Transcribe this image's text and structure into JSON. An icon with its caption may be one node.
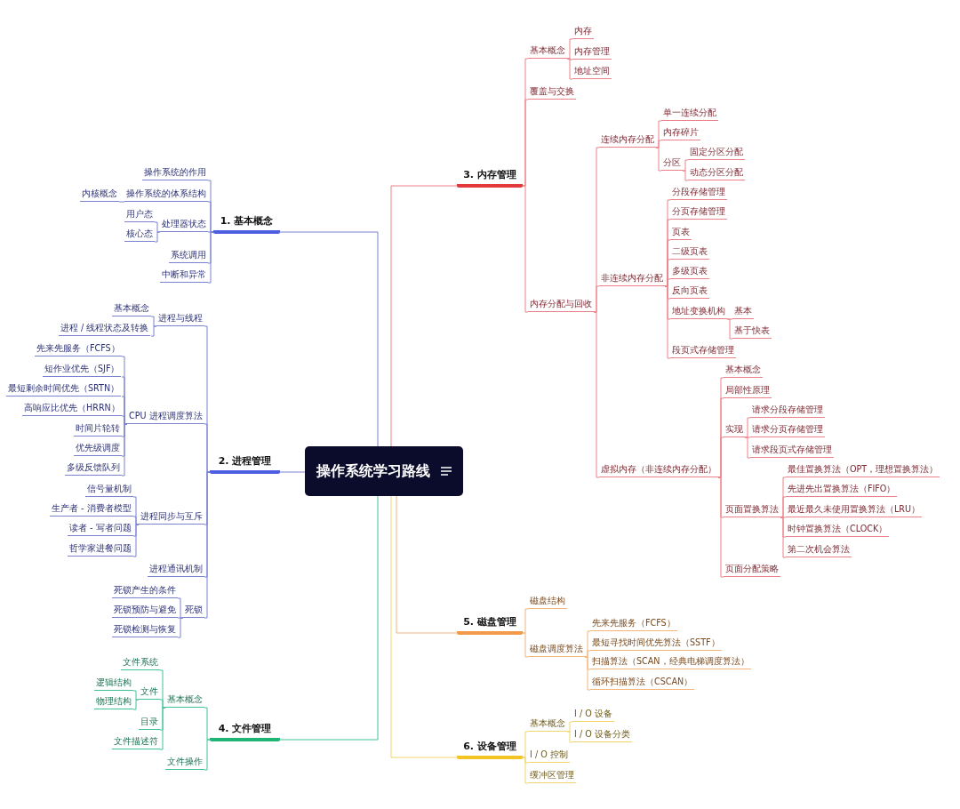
{
  "diagram": {
    "nodes": [
      {
        "text": [
          "操作系统学习路线"
        ]
      },
      {
        "text": [
          "1. 基本概念"
        ]
      },
      {
        "text": [
          "操作系统的作用"
        ]
      },
      {
        "text": [
          "操作系统的体系结构"
        ]
      },
      {
        "text": [
          "内核概念"
        ]
      },
      {
        "text": [
          "处理器状态"
        ]
      },
      {
        "text": [
          "用户态"
        ]
      },
      {
        "text": [
          "核心态"
        ]
      },
      {
        "text": [
          "系统调用"
        ]
      },
      {
        "text": [
          "中断和异常"
        ]
      },
      {
        "text": [
          "2. 进程管理"
        ]
      },
      {
        "text": [
          "进程与线程"
        ]
      },
      {
        "text": [
          "基本概念"
        ]
      },
      {
        "text": [
          "进程 / 线程状态及转换"
        ]
      },
      {
        "text": [
          "CPU 进程调度算法"
        ]
      },
      {
        "text": [
          "先来先服务（FCFS）"
        ]
      },
      {
        "text": [
          "短作业优先（SJF）"
        ]
      },
      {
        "text": [
          "最短剩余时间优先（SRTN）"
        ]
      },
      {
        "text": [
          "高响应比优先（HRRN）"
        ]
      },
      {
        "text": [
          "时间片轮转"
        ]
      },
      {
        "text": [
          "优先级调度"
        ]
      },
      {
        "text": [
          "多级反馈队列"
        ]
      },
      {
        "text": [
          "进程同步与互斥"
        ]
      },
      {
        "text": [
          "信号量机制"
        ]
      },
      {
        "text": [
          "生产者 - 消费者模型"
        ]
      },
      {
        "text": [
          "读者 - 写者问题"
        ]
      },
      {
        "text": [
          "哲学家进餐问题"
        ]
      },
      {
        "text": [
          "进程通讯机制"
        ]
      },
      {
        "text": [
          "死锁"
        ]
      },
      {
        "text": [
          "死锁产生的条件"
        ]
      },
      {
        "text": [
          "死锁预防与避免"
        ]
      },
      {
        "text": [
          "死锁检测与恢复"
        ]
      },
      {
        "text": [
          "4. 文件管理"
        ]
      },
      {
        "text": [
          "基本概念"
        ]
      },
      {
        "text": [
          "文件系统"
        ]
      },
      {
        "text": [
          "文件"
        ]
      },
      {
        "text": [
          "逻辑结构"
        ]
      },
      {
        "text": [
          "物理结构"
        ]
      },
      {
        "text": [
          "目录"
        ]
      },
      {
        "text": [
          "文件描述符"
        ]
      },
      {
        "text": [
          "文件操作"
        ]
      },
      {
        "text": [
          "3. 内存管理"
        ]
      },
      {
        "text": [
          "基本概念"
        ]
      },
      {
        "text": [
          "内存"
        ]
      },
      {
        "text": [
          "内存管理"
        ]
      },
      {
        "text": [
          "地址空间"
        ]
      },
      {
        "text": [
          "覆盖与交换"
        ]
      },
      {
        "text": [
          "内存分配与回收"
        ]
      },
      {
        "text": [
          "连续内存分配"
        ]
      },
      {
        "text": [
          "单一连续分配"
        ]
      },
      {
        "text": [
          "内存碎片"
        ]
      },
      {
        "text": [
          "分区"
        ]
      },
      {
        "text": [
          "固定分区分配"
        ]
      },
      {
        "text": [
          "动态分区分配"
        ]
      },
      {
        "text": [
          "非连续内存分配"
        ]
      },
      {
        "text": [
          "分段存储管理"
        ]
      },
      {
        "text": [
          "分页存储管理"
        ]
      },
      {
        "text": [
          "页表"
        ]
      },
      {
        "text": [
          "二级页表"
        ]
      },
      {
        "text": [
          "多级页表"
        ]
      },
      {
        "text": [
          "反向页表"
        ]
      },
      {
        "text": [
          "地址变换机构"
        ]
      },
      {
        "text": [
          "基本"
        ]
      },
      {
        "text": [
          "基于快表"
        ]
      },
      {
        "text": [
          "段页式存储管理"
        ]
      },
      {
        "text": [
          "虚拟内存（非连续内存分配）"
        ]
      },
      {
        "text": [
          "基本概念"
        ]
      },
      {
        "text": [
          "局部性原理"
        ]
      },
      {
        "text": [
          "实现"
        ]
      },
      {
        "text": [
          "请求分段存储管理"
        ]
      },
      {
        "text": [
          "请求分页存储管理"
        ]
      },
      {
        "text": [
          "请求段页式存储管理"
        ]
      },
      {
        "text": [
          "页面置换算法"
        ]
      },
      {
        "text": [
          "最佳置换算法（OPT，理想置换算法）"
        ]
      },
      {
        "text": [
          "先进先出置换算法（FIFO）"
        ]
      },
      {
        "text": [
          "最近最久未使用置换算法（LRU）"
        ]
      },
      {
        "text": [
          "时钟置换算法（CLOCK）"
        ]
      },
      {
        "text": [
          "第二次机会算法"
        ]
      },
      {
        "text": [
          "页面分配策略"
        ]
      },
      {
        "text": [
          "5. 磁盘管理"
        ]
      },
      {
        "text": [
          "磁盘结构"
        ]
      },
      {
        "text": [
          "磁盘调度算法"
        ]
      },
      {
        "text": [
          "先来先服务（FCFS）"
        ]
      },
      {
        "text": [
          "最短寻找时间优先算法（SSTF）"
        ]
      },
      {
        "text": [
          "扫描算法（SCAN，经典电梯调度算法）"
        ]
      },
      {
        "text": [
          "循环扫描算法（CSCAN）"
        ]
      },
      {
        "text": [
          "6. 设备管理"
        ]
      },
      {
        "text": [
          "基本概念"
        ]
      },
      {
        "text": [
          "I / O 设备"
        ]
      },
      {
        "text": [
          "I / O 设备分类"
        ]
      },
      {
        "text": [
          "I / O 控制"
        ]
      },
      {
        "text": [
          "缓冲区管理"
        ]
      }
    ],
    "edges": [
      {
        "from": 0,
        "to": 1,
        "arrow": "none",
        "color": "#7b82d0"
      },
      {
        "from": 1,
        "to": 2,
        "arrow": "none",
        "color": "#7b82d0"
      },
      {
        "from": 1,
        "to": 3,
        "arrow": "none",
        "color": "#7b82d0"
      },
      {
        "from": 3,
        "to": 4,
        "arrow": "none",
        "color": "#7b82d0"
      },
      {
        "from": 1,
        "to": 5,
        "arrow": "none",
        "color": "#7b82d0"
      },
      {
        "from": 5,
        "to": 6,
        "arrow": "none",
        "color": "#7b82d0"
      },
      {
        "from": 5,
        "to": 7,
        "arrow": "none",
        "color": "#7b82d0"
      },
      {
        "from": 1,
        "to": 8,
        "arrow": "none",
        "color": "#7b82d0"
      },
      {
        "from": 1,
        "to": 9,
        "arrow": "none",
        "color": "#7b82d0"
      },
      {
        "from": 0,
        "to": 10,
        "arrow": "none",
        "color": "#7b82d0"
      },
      {
        "from": 10,
        "to": 11,
        "arrow": "none",
        "color": "#7b82d0"
      },
      {
        "from": 11,
        "to": 12,
        "arrow": "none",
        "color": "#7b82d0"
      },
      {
        "from": 11,
        "to": 13,
        "arrow": "none",
        "color": "#7b82d0"
      },
      {
        "from": 10,
        "to": 14,
        "arrow": "none",
        "color": "#7b82d0"
      },
      {
        "from": 14,
        "to": 15,
        "arrow": "none",
        "color": "#7b82d0"
      },
      {
        "from": 14,
        "to": 16,
        "arrow": "none",
        "color": "#7b82d0"
      },
      {
        "from": 14,
        "to": 17,
        "arrow": "none",
        "color": "#7b82d0"
      },
      {
        "from": 14,
        "to": 18,
        "arrow": "none",
        "color": "#7b82d0"
      },
      {
        "from": 14,
        "to": 19,
        "arrow": "none",
        "color": "#7b82d0"
      },
      {
        "from": 14,
        "to": 20,
        "arrow": "none",
        "color": "#7b82d0"
      },
      {
        "from": 14,
        "to": 21,
        "arrow": "none",
        "color": "#7b82d0"
      },
      {
        "from": 10,
        "to": 22,
        "arrow": "none",
        "color": "#7b82d0"
      },
      {
        "from": 22,
        "to": 23,
        "arrow": "none",
        "color": "#7b82d0"
      },
      {
        "from": 22,
        "to": 24,
        "arrow": "none",
        "color": "#7b82d0"
      },
      {
        "from": 22,
        "to": 25,
        "arrow": "none",
        "color": "#7b82d0"
      },
      {
        "from": 22,
        "to": 26,
        "arrow": "none",
        "color": "#7b82d0"
      },
      {
        "from": 10,
        "to": 27,
        "arrow": "none",
        "color": "#7b82d0"
      },
      {
        "from": 10,
        "to": 28,
        "arrow": "none",
        "color": "#7b82d0"
      },
      {
        "from": 28,
        "to": 29,
        "arrow": "none",
        "color": "#7b82d0"
      },
      {
        "from": 28,
        "to": 30,
        "arrow": "none",
        "color": "#7b82d0"
      },
      {
        "from": 28,
        "to": 31,
        "arrow": "none",
        "color": "#7b82d0"
      },
      {
        "from": 0,
        "to": 32,
        "arrow": "none",
        "color": "#3fc29a"
      },
      {
        "from": 32,
        "to": 33,
        "arrow": "none",
        "color": "#3fc29a"
      },
      {
        "from": 33,
        "to": 34,
        "arrow": "none",
        "color": "#3fc29a"
      },
      {
        "from": 33,
        "to": 35,
        "arrow": "none",
        "color": "#3fc29a"
      },
      {
        "from": 35,
        "to": 36,
        "arrow": "none",
        "color": "#3fc29a"
      },
      {
        "from": 35,
        "to": 37,
        "arrow": "none",
        "color": "#3fc29a"
      },
      {
        "from": 33,
        "to": 38,
        "arrow": "none",
        "color": "#3fc29a"
      },
      {
        "from": 33,
        "to": 39,
        "arrow": "none",
        "color": "#3fc29a"
      },
      {
        "from": 32,
        "to": 40,
        "arrow": "none",
        "color": "#3fc29a"
      },
      {
        "from": 0,
        "to": 41,
        "arrow": "none"
      },
      {
        "from": 41,
        "to": 42,
        "arrow": "none"
      },
      {
        "from": 42,
        "to": 43,
        "arrow": "none"
      },
      {
        "from": 42,
        "to": 44,
        "arrow": "none"
      },
      {
        "from": 42,
        "to": 45,
        "arrow": "none"
      },
      {
        "from": 41,
        "to": 46,
        "arrow": "none"
      },
      {
        "from": 41,
        "to": 47,
        "arrow": "none"
      },
      {
        "from": 47,
        "to": 48,
        "arrow": "none"
      },
      {
        "from": 48,
        "to": 49,
        "arrow": "none"
      },
      {
        "from": 48,
        "to": 50,
        "arrow": "none"
      },
      {
        "from": 48,
        "to": 51,
        "arrow": "none"
      },
      {
        "from": 51,
        "to": 52,
        "arrow": "none"
      },
      {
        "from": 51,
        "to": 53,
        "arrow": "none"
      },
      {
        "from": 47,
        "to": 54,
        "arrow": "none"
      },
      {
        "from": 54,
        "to": 55,
        "arrow": "none"
      },
      {
        "from": 54,
        "to": 56,
        "arrow": "none"
      },
      {
        "from": 54,
        "to": 57,
        "arrow": "none"
      },
      {
        "from": 54,
        "to": 58,
        "arrow": "none"
      },
      {
        "from": 54,
        "to": 59,
        "arrow": "none"
      },
      {
        "from": 54,
        "to": 60,
        "arrow": "none"
      },
      {
        "from": 54,
        "to": 61,
        "arrow": "none"
      },
      {
        "from": 61,
        "to": 62,
        "arrow": "none"
      },
      {
        "from": 61,
        "to": 63,
        "arrow": "none"
      },
      {
        "from": 54,
        "to": 64,
        "arrow": "none"
      },
      {
        "from": 47,
        "to": 65,
        "arrow": "none"
      },
      {
        "from": 65,
        "to": 66,
        "arrow": "none"
      },
      {
        "from": 65,
        "to": 67,
        "arrow": "none"
      },
      {
        "from": 65,
        "to": 68,
        "arrow": "none"
      },
      {
        "from": 68,
        "to": 69,
        "arrow": "none"
      },
      {
        "from": 68,
        "to": 70,
        "arrow": "none"
      },
      {
        "from": 68,
        "to": 71,
        "arrow": "none"
      },
      {
        "from": 65,
        "to": 72,
        "arrow": "none"
      },
      {
        "from": 72,
        "to": 73,
        "arrow": "none"
      },
      {
        "from": 72,
        "to": 74,
        "arrow": "none"
      },
      {
        "from": 72,
        "to": 75,
        "arrow": "none"
      },
      {
        "from": 72,
        "to": 76,
        "arrow": "none"
      },
      {
        "from": 72,
        "to": 77,
        "arrow": "none"
      },
      {
        "from": 65,
        "to": 78,
        "arrow": "none"
      },
      {
        "from": 0,
        "to": 79,
        "arrow": "none",
        "color": "#f4b47a"
      },
      {
        "from": 79,
        "to": 80,
        "arrow": "none",
        "color": "#f4b47a"
      },
      {
        "from": 79,
        "to": 81,
        "arrow": "none",
        "color": "#f4b47a"
      },
      {
        "from": 81,
        "to": 82,
        "arrow": "none",
        "color": "#f4b47a"
      },
      {
        "from": 81,
        "to": 83,
        "arrow": "none",
        "color": "#f4b47a"
      },
      {
        "from": 81,
        "to": 84,
        "arrow": "none",
        "color": "#f4b47a"
      },
      {
        "from": 81,
        "to": 85,
        "arrow": "none",
        "color": "#f4b47a"
      },
      {
        "from": 0,
        "to": 86,
        "arrow": "none",
        "color": "#efd56a"
      },
      {
        "from": 86,
        "to": 87,
        "arrow": "none",
        "color": "#efd56a"
      },
      {
        "from": 87,
        "to": 88,
        "arrow": "none",
        "color": "#efd56a"
      },
      {
        "from": 87,
        "to": 89,
        "arrow": "none",
        "color": "#efd56a"
      },
      {
        "from": 86,
        "to": 90,
        "arrow": "none",
        "color": "#efd56a"
      },
      {
        "from": 86,
        "to": 91,
        "arrow": "none",
        "color": "#efd56a"
      }
    ]
  }
}
